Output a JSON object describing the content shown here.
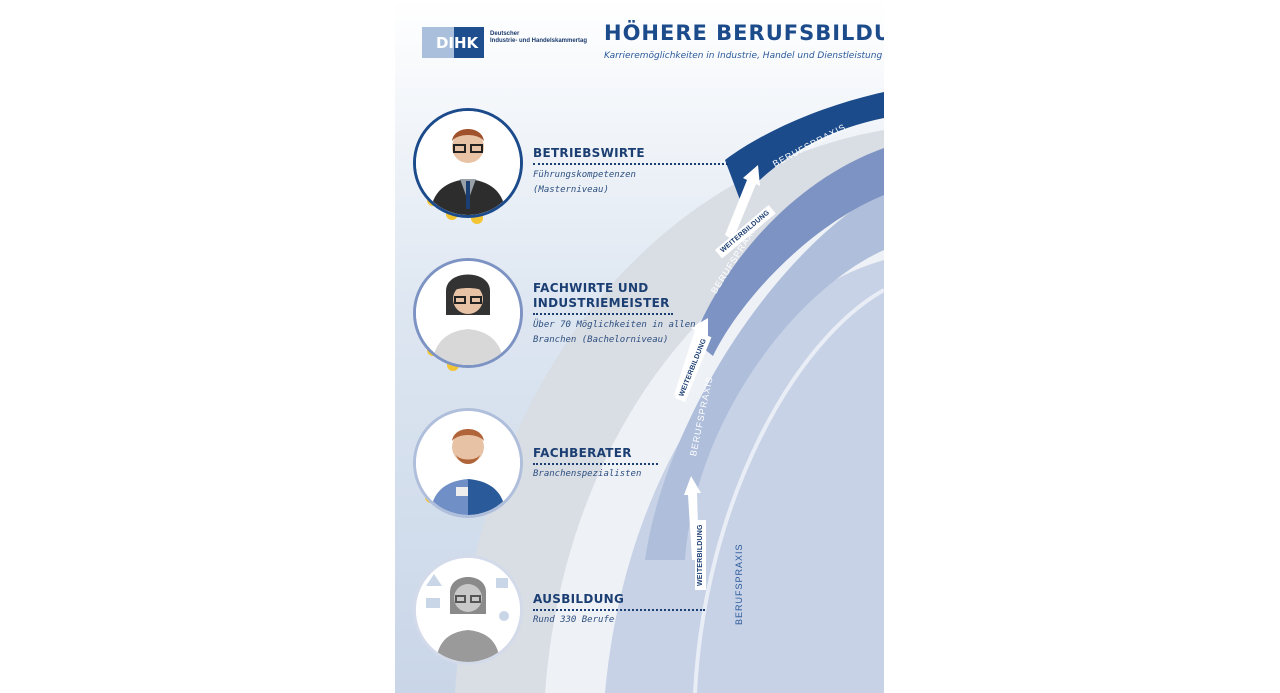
{
  "header": {
    "logo_left": "DI",
    "logo_right": "HK",
    "logo_org_line1": "Deutscher",
    "logo_org_line2": "Industrie- und Handelskammertag",
    "title": "HÖHERE BERUFSBILDUNG",
    "subtitle": "Karrieremöglichkeiten in Industrie, Handel und Dienstleistung"
  },
  "levels": [
    {
      "title_line1": "BETRIEBSWIRTE",
      "title_line2": "",
      "desc_line1": "Führungskompetenzen",
      "desc_line2": "(Masterniveau)",
      "medals": 3
    },
    {
      "title_line1": "FACHWIRTE UND",
      "title_line2": "INDUSTRIEMEISTER",
      "desc_line1": "Über 70 Möglichkeiten in allen",
      "desc_line2": "Branchen (Bachelorniveau)",
      "medals": 2
    },
    {
      "title_line1": "FACHBERATER",
      "title_line2": "",
      "desc_line1": "Branchenspezialisten",
      "desc_line2": "",
      "medals": 1
    },
    {
      "title_line1": "AUSBILDUNG",
      "title_line2": "",
      "desc_line1": "Rund 330 Berufe",
      "desc_line2": "",
      "medals": 0
    }
  ],
  "arcs": {
    "berufspraxis": "BERUFSPRAXIS",
    "weiterbildung": "WEITERBILDUNG"
  },
  "colors": {
    "navy": "#1c4b8c",
    "band_mid": "#7d93c3",
    "band_light": "#afbedb",
    "band_pale": "#d3dbea",
    "gold": "#f3c533"
  }
}
